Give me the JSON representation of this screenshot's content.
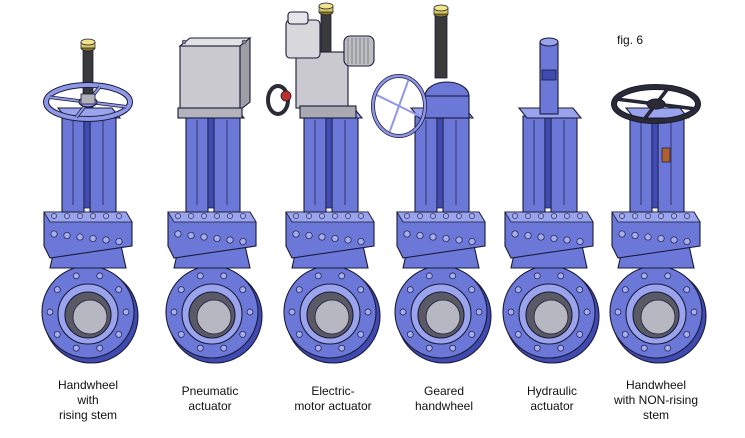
{
  "figure": {
    "label": "fig. 6"
  },
  "colors": {
    "body_blue": "#6b78d8",
    "body_blue_dark": "#3f4bb0",
    "body_blue_light": "#9aa4ec",
    "outline": "#1a1a3a",
    "bore_grey": "#b7b7c2",
    "bore_dark": "#5a5a66",
    "bolt": "#a5acef",
    "wheel_dark": "#2b2b33",
    "wheel_blue": "#8f97e8",
    "actuator_grey": "#c9c9cf",
    "accent_red": "#c0302a",
    "stem_dark": "#3a3a3a",
    "nut_yellow": "#d8c65a"
  },
  "valves": [
    {
      "id": "handwheel-rising",
      "caption": "Handwheel\nwith\nrising stem",
      "top_type": "handwheel-rising"
    },
    {
      "id": "pneumatic",
      "caption": "Pneumatic\nactuator",
      "top_type": "pneumatic"
    },
    {
      "id": "electric",
      "caption": "Electric-\nmotor actuator",
      "top_type": "electric"
    },
    {
      "id": "geared",
      "caption": "Geared\nhandwheel",
      "top_type": "geared"
    },
    {
      "id": "hydraulic",
      "caption": "Hydraulic\nactuator",
      "top_type": "hydraulic"
    },
    {
      "id": "handwheel-nonrising",
      "caption": "Handwheel\nwith NON-rising\nstem",
      "top_type": "handwheel-nonrising"
    }
  ]
}
